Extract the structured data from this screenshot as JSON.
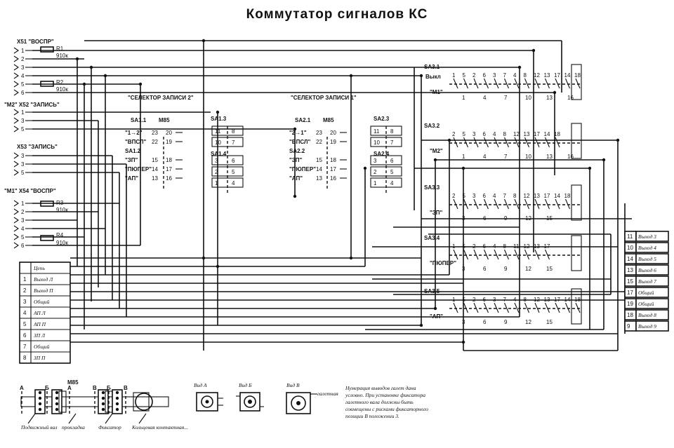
{
  "title": "Коммутатор сигналов КС",
  "connectors": {
    "x51": {
      "label": "Х51 \"ВОСПР\"",
      "pins": [
        "1",
        "2",
        "3",
        "4",
        "5",
        "6"
      ],
      "resistors": [
        {
          "ref": "R1",
          "value": "910к"
        },
        {
          "ref": "R2",
          "value": "910к"
        }
      ]
    },
    "x52": {
      "label": "\"М2\" Х52 \"ЗАПИСЬ\"",
      "pins": [
        "1",
        "3",
        "5"
      ]
    },
    "x53": {
      "label": "Х53 \"ЗАПИСЬ\"",
      "pins": [
        "3",
        "3",
        "5"
      ]
    },
    "x54": {
      "label": "\"М1\" Х54 \"ВОСПР\"",
      "pins": [
        "1",
        "2",
        "3",
        "4",
        "5",
        "6"
      ],
      "resistors": [
        {
          "ref": "R3",
          "value": "910к"
        },
        {
          "ref": "R4",
          "value": "910к"
        }
      ]
    }
  },
  "selector2": {
    "title": "\"СЕЛЕКТОР ЗАПИСИ 2\"",
    "col1": "SA1.1",
    "col2": "М85",
    "rows": [
      {
        "label": "\"1→2\"",
        "left": "23",
        "right": "20"
      },
      {
        "label": "\"ВПСЛ\"",
        "left": "22",
        "right": "19"
      },
      {
        "label": "SA1.2",
        "left": "",
        "right": ""
      },
      {
        "label": "\"ЗП\"",
        "left": "15",
        "right": "18"
      },
      {
        "label": "\"ПЮПЕР\"",
        "left": "14",
        "right": "17"
      },
      {
        "label": "\"АП\"",
        "left": "13",
        "right": "16"
      }
    ],
    "sub": {
      "title": "SA1.3",
      "sub2": "SA1.4",
      "pins": [
        [
          "11",
          "8"
        ],
        [
          "10",
          "7"
        ],
        [
          "3",
          "6"
        ],
        [
          "2",
          "5"
        ],
        [
          "1",
          "4"
        ]
      ]
    }
  },
  "selector1": {
    "title": "\"СЕЛЕКТОР ЗАПИСИ 1\"",
    "col1": "SA2.1",
    "col2": "М85",
    "rows": [
      {
        "label": "\"2→1\"",
        "left": "23",
        "right": "20"
      },
      {
        "label": "\"ВПСЛ\"",
        "left": "22",
        "right": "19"
      },
      {
        "label": "SA2.2",
        "left": "",
        "right": ""
      },
      {
        "label": "\"ЗП\"",
        "left": "15",
        "right": "18"
      },
      {
        "label": "\"ПЮПЕР\"",
        "left": "14",
        "right": "17"
      },
      {
        "label": "\"АП\"",
        "left": "13",
        "right": "16"
      }
    ],
    "sub": {
      "title": "SA2.3",
      "sub2": "SA2.4",
      "pins": [
        [
          "11",
          "8"
        ],
        [
          "10",
          "7"
        ],
        [
          "3",
          "6"
        ],
        [
          "2",
          "5"
        ],
        [
          "1",
          "4"
        ]
      ]
    }
  },
  "switches": [
    {
      "ref": "SA3.1",
      "label": "Выкл",
      "tag": "\"М1\"",
      "top": [
        "1",
        "5",
        "2",
        "6",
        "3",
        "7",
        "4",
        "8",
        "12",
        "13",
        "17",
        "14",
        "18"
      ],
      "bottom": [
        "1",
        "4",
        "7",
        "10",
        "13",
        "16"
      ]
    },
    {
      "ref": "SA3.2",
      "label": "",
      "tag": "\"М2\"",
      "top": [
        "2",
        "5",
        "3",
        "6",
        "4",
        "8",
        "12",
        "13",
        "17",
        "14",
        "18"
      ],
      "bottom": [
        "1",
        "4",
        "7",
        "10",
        "13",
        "16"
      ]
    },
    {
      "ref": "SA3.3",
      "label": "",
      "tag": "\"ЗП\"",
      "top": [
        "2",
        "5",
        "3",
        "6",
        "4",
        "7",
        "8",
        "12",
        "13",
        "17",
        "14",
        "18"
      ],
      "bottom": [
        "3",
        "6",
        "9",
        "12",
        "15"
      ]
    },
    {
      "ref": "SA3.4",
      "label": "",
      "tag": "\"ПЮПЕР\"",
      "top": [
        "1",
        "5",
        "2",
        "6",
        "4",
        "8",
        "11",
        "12",
        "13",
        "17"
      ],
      "bottom": [
        "3",
        "6",
        "9",
        "12",
        "15"
      ]
    },
    {
      "ref": "SA3.5",
      "label": "",
      "tag": "\"АП\"",
      "top": [
        "1",
        "5",
        "2",
        "6",
        "3",
        "7",
        "4",
        "8",
        "12",
        "13",
        "17",
        "14",
        "18"
      ],
      "bottom": [
        "3",
        "6",
        "9",
        "12",
        "15"
      ]
    }
  ],
  "right_block": [
    {
      "pin": "11",
      "text": "Выход 3"
    },
    {
      "pin": "10",
      "text": "Выход 4"
    },
    {
      "pin": "14",
      "text": "Выход 5"
    },
    {
      "pin": "13",
      "text": "Выход 6"
    },
    {
      "pin": "15",
      "text": "Выход 7"
    },
    {
      "pin": "17",
      "text": "Общий"
    },
    {
      "pin": "19",
      "text": "Общий"
    },
    {
      "pin": "18",
      "text": "Выход 8"
    },
    {
      "pin": "9",
      "text": "Выход 9"
    }
  ],
  "legend": {
    "headers": [
      "Цепь",
      ""
    ],
    "rows": [
      {
        "pin": "1",
        "text": "Выход Л"
      },
      {
        "pin": "2",
        "text": "Выход П"
      },
      {
        "pin": "3",
        "text": "Общий"
      },
      {
        "pin": "4",
        "text": "АП Л"
      },
      {
        "pin": "5",
        "text": "АП П"
      },
      {
        "pin": "6",
        "text": "ЗП Л"
      },
      {
        "pin": "7",
        "text": "Общий"
      },
      {
        "pin": "8",
        "text": "ЗП П"
      }
    ]
  },
  "bottom": {
    "m85_label": "М85",
    "letters": [
      "А",
      "Б",
      "А",
      "В",
      "Б",
      "В"
    ],
    "parts": [
      "Подвижный вал",
      "прокладка",
      "Фиксатор",
      "Кольцевая контактная..."
    ],
    "views": [
      "Вид А",
      "Вид Б",
      "Вид В"
    ],
    "view_extra": "галетная",
    "note": "Нумерация выводов галет дана условно. При установке фиксатора галетного вала должны быть совмещены с рисками фиксаторного позиции В положении 3."
  }
}
